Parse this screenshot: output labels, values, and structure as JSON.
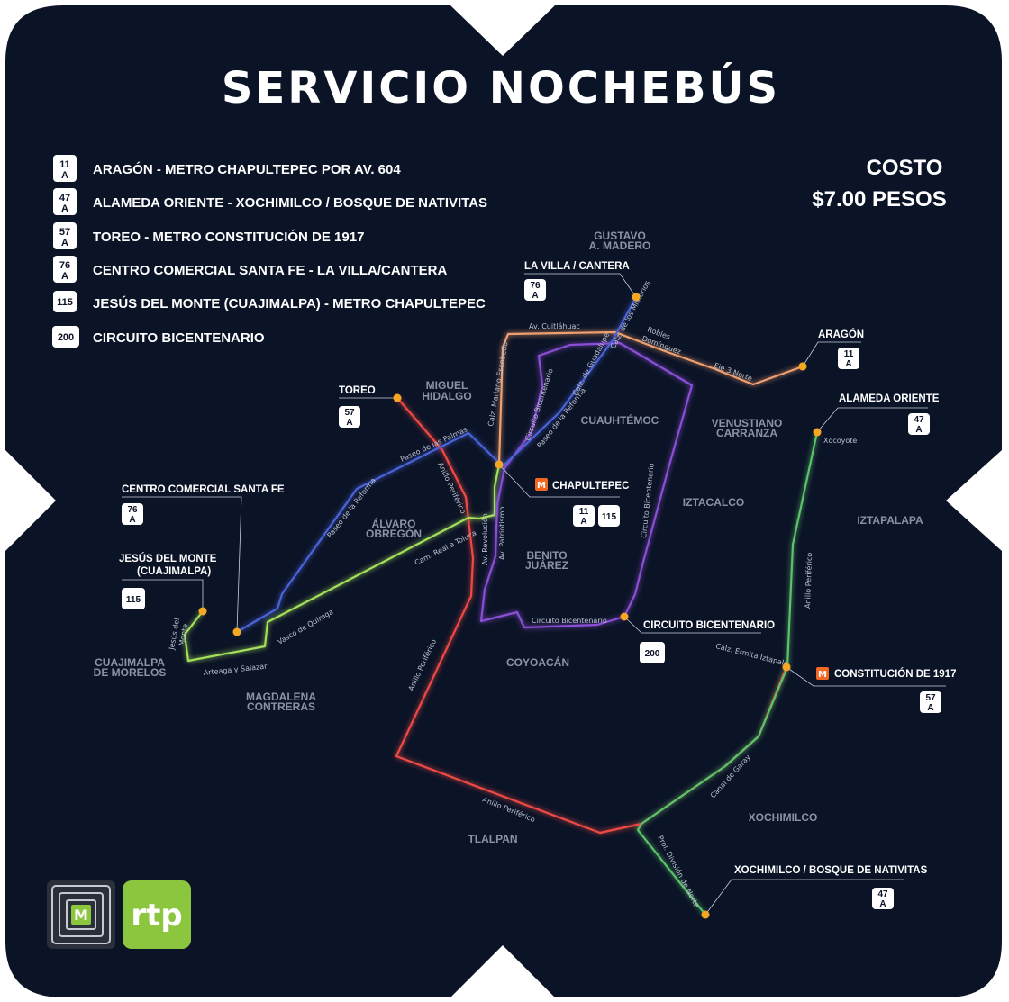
{
  "title": "SERVICIO NOCHEBÚS",
  "cost": {
    "line1": "COSTO",
    "line2": "$7.00 PESOS"
  },
  "colors": {
    "background": "#0b1326",
    "route_11A": "#f0a070",
    "route_47A": "#5cc36b",
    "route_57A": "#f04a45",
    "route_76A": "#4a63d8",
    "route_115": "#a4e05a",
    "route_200": "#8b4fd6",
    "stop": "#f5a623",
    "metro_icon": "#f26722",
    "rtp_green": "#8cc63f"
  },
  "legend": [
    {
      "badge_top": "11",
      "badge_bottom": "A",
      "label": "ARAGÓN - METRO CHAPULTEPEC POR AV. 604"
    },
    {
      "badge_top": "47",
      "badge_bottom": "A",
      "label": "ALAMEDA ORIENTE - XOCHIMILCO / BOSQUE DE NATIVITAS"
    },
    {
      "badge_top": "57",
      "badge_bottom": "A",
      "label": "TOREO - METRO CONSTITUCIÓN DE 1917"
    },
    {
      "badge_top": "76",
      "badge_bottom": "A",
      "label": "CENTRO COMERCIAL SANTA FE - LA VILLA/CANTERA"
    },
    {
      "badge_top": "115",
      "badge_bottom": "",
      "label": "JESÚS DEL MONTE (CUAJIMALPA) - METRO CHAPULTEPEC"
    },
    {
      "badge_top": "200",
      "badge_bottom": "",
      "label": "CIRCUITO BICENTENARIO"
    }
  ],
  "terminals": {
    "la_villa": {
      "label": "LA VILLA / CANTERA",
      "routes": [
        [
          "76",
          "A"
        ]
      ]
    },
    "aragon": {
      "label": "ARAGÓN",
      "routes": [
        [
          "11",
          "A"
        ]
      ]
    },
    "alameda_oriente": {
      "label": "ALAMEDA ORIENTE",
      "routes": [
        [
          "47",
          "A"
        ]
      ]
    },
    "toreo": {
      "label": "TOREO",
      "routes": [
        [
          "57",
          "A"
        ]
      ]
    },
    "chapultepec": {
      "label": "CHAPULTEPEC",
      "routes": [
        [
          "11",
          "A"
        ],
        [
          "115",
          ""
        ]
      ]
    },
    "santa_fe": {
      "label": "CENTRO COMERCIAL SANTA FE",
      "routes": [
        [
          "76",
          "A"
        ]
      ]
    },
    "jesus_del_monte": {
      "label_line1": "JESÚS DEL MONTE",
      "label_line2": "(CUAJIMALPA)",
      "routes": [
        [
          "115",
          ""
        ]
      ]
    },
    "circuito_bicentenario": {
      "label": "CIRCUITO BICENTENARIO",
      "routes": [
        [
          "200",
          ""
        ]
      ]
    },
    "constitucion": {
      "label": "CONSTITUCIÓN DE 1917",
      "routes": [
        [
          "57",
          "A"
        ]
      ]
    },
    "xochimilco": {
      "label": "XOCHIMILCO / BOSQUE DE NATIVITAS",
      "routes": [
        [
          "47",
          "A"
        ]
      ]
    }
  },
  "areas": [
    {
      "id": "gustavo",
      "lines": [
        "GUSTAVO",
        "A. MADERO"
      ]
    },
    {
      "id": "miguel",
      "lines": [
        "MIGUEL",
        "HIDALGO"
      ]
    },
    {
      "id": "cuauhtemoc",
      "lines": [
        "CUAUHTÉMOC"
      ]
    },
    {
      "id": "venustiano",
      "lines": [
        "VENUSTIANO",
        "CARRANZA"
      ]
    },
    {
      "id": "iztacalco",
      "lines": [
        "IZTACALCO"
      ]
    },
    {
      "id": "iztapalapa",
      "lines": [
        "IZTAPALAPA"
      ]
    },
    {
      "id": "alvaro",
      "lines": [
        "ÁLVARO",
        "OBREGÓN"
      ]
    },
    {
      "id": "benito",
      "lines": [
        "BENITO",
        "JUÁREZ"
      ]
    },
    {
      "id": "cuajimalpa",
      "lines": [
        "CUAJIMALPA",
        "DE MORELOS"
      ]
    },
    {
      "id": "magdalena",
      "lines": [
        "MAGDALENA",
        "CONTRERAS"
      ]
    },
    {
      "id": "coyoacan",
      "lines": [
        "COYOACÁN"
      ]
    },
    {
      "id": "xochimilco_area",
      "lines": [
        "XOCHIMILCO"
      ]
    },
    {
      "id": "tlalpan",
      "lines": [
        "TLALPAN"
      ]
    }
  ],
  "streets": {
    "cuitlahuac": "Av. Cuitláhuac",
    "robles": "Robles",
    "dominguez": "Domínguez",
    "eje3": "Eje 3 Norte",
    "misterios": "Calz. de los Misterios",
    "guadalupe": "Calz. de Guadalupe",
    "reforma_n": "Paseo de la Reforma",
    "circuito_bic_n": "Circuito Bicentenario",
    "escobedo": "Calz. Mariano Escobedo",
    "palmas": "Paseo de las Palmas",
    "reforma_w": "Paseo de la Reforma",
    "periferico_w": "Anillo Periférico",
    "revolucion": "Av. Revolución",
    "patriotismo": "Av. Patriotismo",
    "real_toluca": "Cam. Real a Toluca",
    "circuito_bic_e": "Circuito Bicentenario",
    "circuito_bic_s": "Circuito Bicentenario",
    "vasco": "Vasco de Quiroga",
    "jesus_monte_1": "Jesús del",
    "jesus_monte_2": "Monte",
    "arteaga": "Arteaga y Salazar",
    "periferico_sw": "Anillo Periférico",
    "periferico_s": "Anillo Periférico",
    "ermita": "Calz. Ermita Iztapala",
    "periferico_e": "Anillo Periférico",
    "xocoyote": "Xocoyote",
    "garay": "Canal de Garay",
    "division": "Prol. División de Norte"
  },
  "logos": {
    "metro_letter": "M",
    "rtp_text": "rtp"
  }
}
